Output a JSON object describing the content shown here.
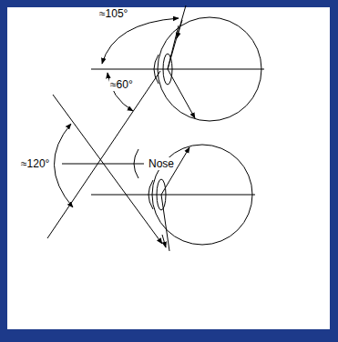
{
  "diagram": {
    "labels": [
      "≈105°",
      "≈60°",
      "≈120°",
      "Nose"
    ]
  }
}
